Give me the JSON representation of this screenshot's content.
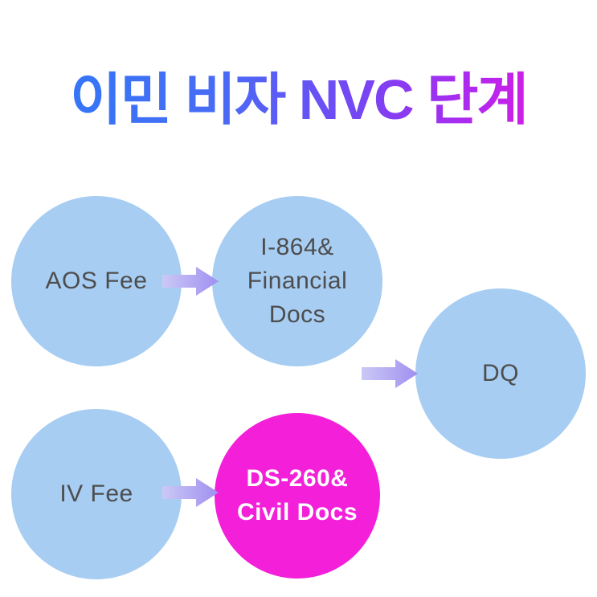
{
  "title": "이민 비자 NVC 단계",
  "diagram": {
    "nodes": [
      {
        "id": "aos-fee",
        "label": "AOS Fee",
        "fill": "#a7cdf2",
        "text_color": "#4d4d4d"
      },
      {
        "id": "i864-financial-docs",
        "label": "I-864&\nFinancial\nDocs",
        "fill": "#a7cdf2",
        "text_color": "#4d4d4d"
      },
      {
        "id": "dq",
        "label": "DQ",
        "fill": "#a7cdf2",
        "text_color": "#4d4d4d"
      },
      {
        "id": "iv-fee",
        "label": "IV Fee",
        "fill": "#a7cdf2",
        "text_color": "#4d4d4d"
      },
      {
        "id": "ds260-civil-docs",
        "label": "DS-260&\nCivil Docs",
        "fill": "#f31fd9",
        "text_color": "#ffffff"
      }
    ],
    "arrows": [
      {
        "from": "aos-fee",
        "to": "i864-financial-docs"
      },
      {
        "from": "i864-financial-docs",
        "to": "dq"
      },
      {
        "from": "iv-fee",
        "to": "ds260-civil-docs"
      }
    ],
    "colors": {
      "title_gradient": [
        "#2b7cf7",
        "#7a43f3",
        "#f414e0"
      ],
      "circle_blue": "#a7cdf2",
      "circle_magenta": "#f31fd9",
      "arrow_gradient": [
        "#cbc9f6",
        "#a08ff0"
      ],
      "label_dark": "#4d4d4d",
      "label_light": "#ffffff",
      "background": "#ffffff"
    }
  }
}
